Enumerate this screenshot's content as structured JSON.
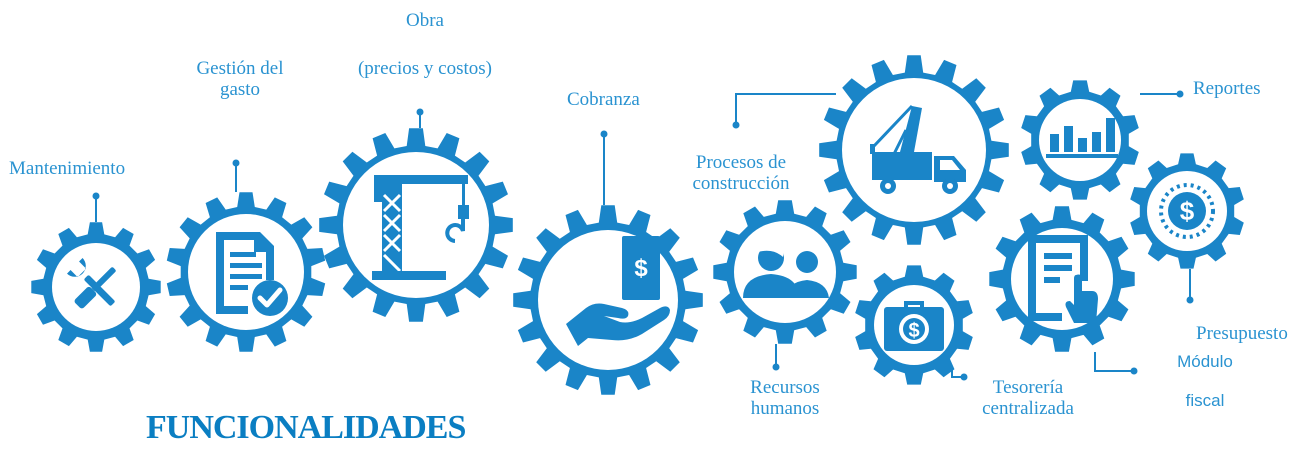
{
  "title": "FUNCIONALIDADES",
  "colors": {
    "gear": "#1a85c8",
    "label": "#2a93d1",
    "title": "#0a7ec2",
    "background": "#ffffff"
  },
  "modules": [
    {
      "label": "Mantenimiento",
      "icon": "tools-icon"
    },
    {
      "label_1": "Gestión del",
      "label_2": "gasto",
      "icon": "checked-document-icon"
    },
    {
      "label_1": "Obra",
      "label_2": "(precios y costos)",
      "icon": "tower-crane-icon"
    },
    {
      "label": "Cobranza",
      "icon": "hand-holding-money-icon"
    },
    {
      "label_1": "Procesos de",
      "label_2": "construcción",
      "icon": "crane-truck-icon"
    },
    {
      "label_1": "Recursos",
      "label_2": "humanos",
      "icon": "people-icon"
    },
    {
      "label_1": "Tesorería",
      "label_2": "centralizada",
      "icon": "money-briefcase-icon"
    },
    {
      "label": "Reportes",
      "icon": "bar-chart-icon"
    },
    {
      "label": "Presupuesto",
      "icon": "dollar-coin-icon"
    },
    {
      "label_1": "Módulo",
      "label_2": "fiscal",
      "icon": "touch-document-icon"
    }
  ]
}
